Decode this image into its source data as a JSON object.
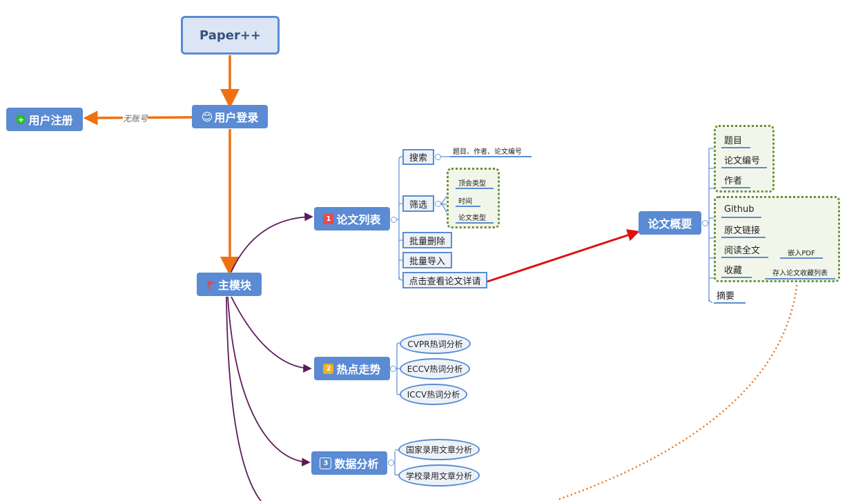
{
  "root": "Paper++",
  "login": {
    "emoji": "😊",
    "label": "用户登录"
  },
  "register": {
    "icon": "plus-icon",
    "label": "用户注册"
  },
  "edge_no_account": "无账号",
  "main_module": {
    "icon": "flag-icon",
    "label": "主模块"
  },
  "paper_list": {
    "badge": "1",
    "label": "论文列表",
    "search": "搜索",
    "search_detail": "题目、作者、论文编号",
    "filter": "筛选",
    "filter_items": [
      "顶会类型",
      "时间",
      "论文类型"
    ],
    "batch_delete": "批量删除",
    "batch_import": "批量导入",
    "view_detail": "点击查看论文详请"
  },
  "hot_trend": {
    "badge": "2",
    "label": "热点走势",
    "items": [
      "CVPR热词分析",
      "ECCV热词分析",
      "ICCV热词分析"
    ]
  },
  "data_analysis": {
    "badge": "3",
    "label": "数据分析",
    "items": [
      "国家录用文章分析",
      "学校录用文章分析"
    ]
  },
  "overview": {
    "label": "论文概要",
    "group1": [
      "题目",
      "论文编号",
      "作者"
    ],
    "github": "Github",
    "original_link": "原文链接",
    "read_full": "阅读全文",
    "embed_pdf": "嵌入PDF",
    "favorite": "收藏",
    "save_list": "存入论文收藏列表",
    "abstract": "摘要"
  },
  "colors": {
    "main": "#5a8bd3",
    "orange": "#f07010",
    "purple": "#5c1a5c",
    "red": "#e01010",
    "group_border": "#6b8e3a"
  }
}
